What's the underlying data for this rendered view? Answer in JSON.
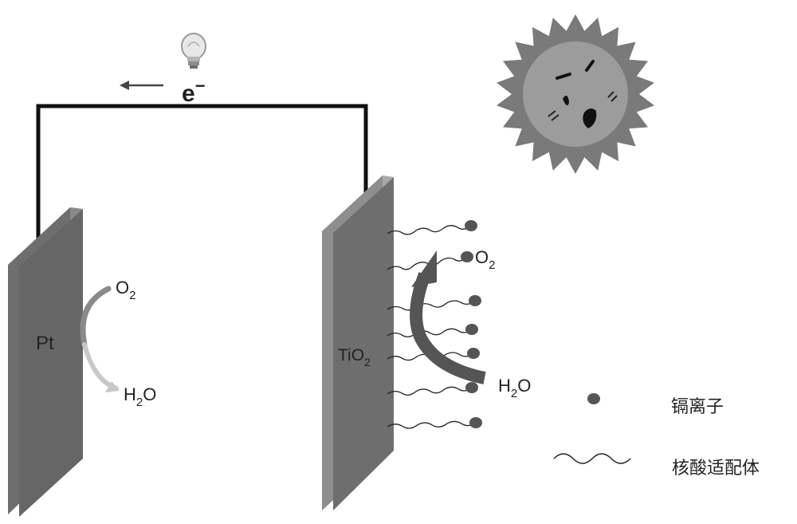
{
  "circuit": {
    "electron_label": "e",
    "electron_sup": "−"
  },
  "left_electrode": {
    "label": "Pt",
    "reaction_in": {
      "base": "O",
      "sub": "2"
    },
    "reaction_out": {
      "base": "H",
      "sub": "2",
      "tail": "O"
    }
  },
  "right_electrode": {
    "label": {
      "base": "TiO",
      "sub": "2"
    },
    "product": {
      "base": "O",
      "sub": "2"
    },
    "reactant": {
      "base": "H",
      "sub": "2",
      "tail": "O"
    }
  },
  "legend": {
    "ion_label": "镉离子",
    "aptamer_label": "核酸适配体"
  },
  "colors": {
    "electrode_face": "#6e6e6e",
    "electrode_edge": "#a8a8a8",
    "sun_ray": "#7a7a7a",
    "sun_face": "#9c9c9c",
    "arrow_dark": "#555555",
    "arrow_light": "#c8c8c8",
    "wire": "#111111"
  }
}
